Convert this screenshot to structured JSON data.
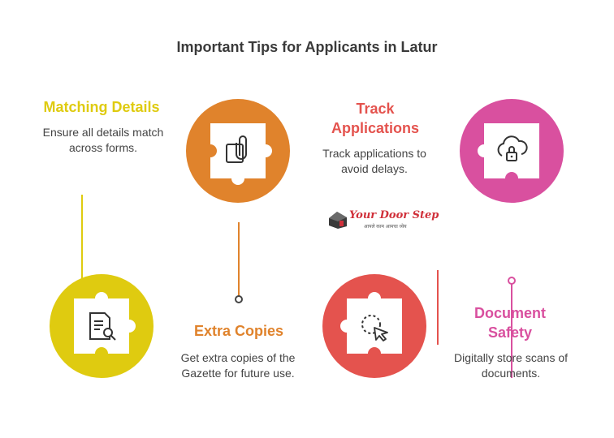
{
  "title": "Important Tips for Applicants in Latur",
  "colors": {
    "yellow": "#dfcb10",
    "orange": "#e0832c",
    "pink": "#d9509f",
    "red": "#e4534e",
    "white": "#ffffff"
  },
  "tips": [
    {
      "heading": "Matching Details",
      "description": "Ensure all details match across forms.",
      "icon": "document-search-icon"
    },
    {
      "heading": "Extra Copies",
      "description": "Get extra copies of the Gazette for future use.",
      "icon": "attachment-copy-icon"
    },
    {
      "heading": "Track Applications",
      "description": "Track applications to avoid delays.",
      "icon": "cursor-click-icon"
    },
    {
      "heading": "Document Safety",
      "description": "Digitally store scans of documents.",
      "icon": "cloud-lock-icon"
    }
  ],
  "logo": {
    "name": "Your Door Step",
    "tagline": "आपले काम आमचा ध्येय"
  }
}
